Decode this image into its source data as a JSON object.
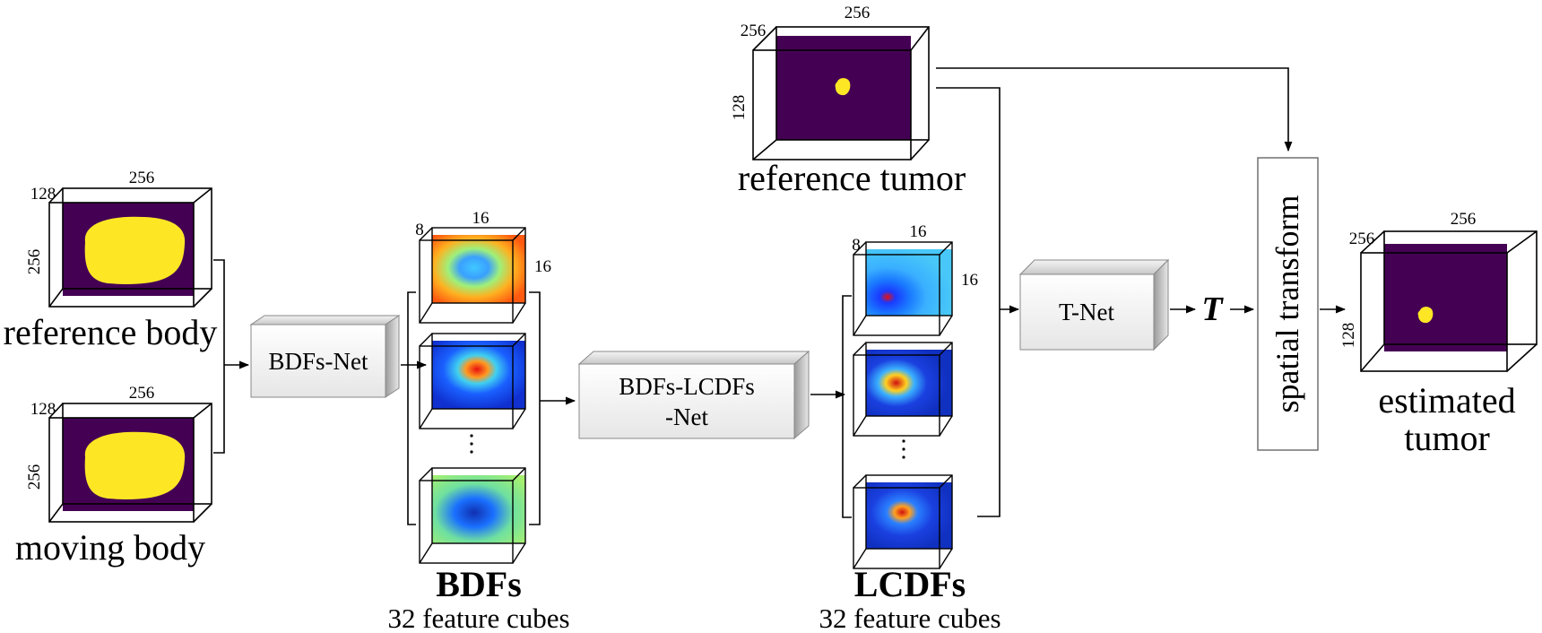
{
  "labels": {
    "reference_body": "reference body",
    "moving_body": "moving body",
    "reference_tumor": "reference tumor",
    "estimated_tumor_1": "estimated",
    "estimated_tumor_2": "tumor",
    "bdfs": "BDFs",
    "bdfs_sub": "32 feature cubes",
    "lcdfs": "LCDFs",
    "lcdfs_sub": "32 feature cubes",
    "T": "T"
  },
  "nets": {
    "bdfs_net": "BDFs-Net",
    "bdfs_lcdfs_net_1": "BDFs-LCDFs",
    "bdfs_lcdfs_net_2": "-Net",
    "t_net": "T-Net",
    "spatial_transform": "spatial transform"
  },
  "dims": {
    "ref_body_top": "256",
    "ref_body_depth": "128",
    "ref_body_side": "256",
    "mov_body_top": "256",
    "mov_body_depth": "128",
    "mov_body_side": "256",
    "ref_tumor_top": "256",
    "ref_tumor_depth": "256",
    "ref_tumor_side": "128",
    "est_tumor_top": "256",
    "est_tumor_depth": "256",
    "est_tumor_side": "128",
    "bdf_top": "16",
    "bdf_depth": "8",
    "bdf_side": "16",
    "lcdf_top": "16",
    "lcdf_depth": "8",
    "lcdf_side": "16"
  },
  "colors": {
    "volume_bg": "#440154",
    "mask": "#fde725",
    "line": "#000000"
  }
}
